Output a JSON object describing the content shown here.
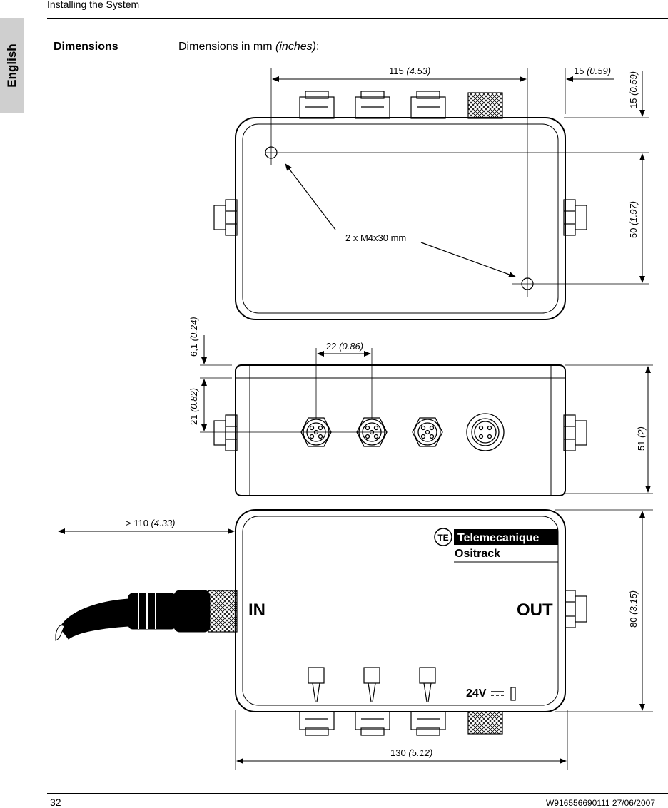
{
  "header": {
    "section": "Installing the System"
  },
  "tab": {
    "language": "English"
  },
  "section": {
    "title": "Dimensions",
    "description_prefix": "Dimensions in mm ",
    "description_units": "(inches)",
    "description_suffix": ":"
  },
  "top_view": {
    "width_value": "115 ",
    "width_inch": "(4.53)",
    "right_offset_value": "15 ",
    "right_offset_inch": "(0.59)",
    "top_offset_value": "15 ",
    "top_offset_inch": "(0.59)",
    "height_value": "50 ",
    "height_inch": "(1.97)",
    "screw_label": "2 x M4x30 mm"
  },
  "front_view": {
    "top_offset_value": "6,1 ",
    "top_offset_inch": "(0.24)",
    "connector_height_value": "21 ",
    "connector_height_inch": "(0.82)",
    "pitch_value": "22 ",
    "pitch_inch": "(0.86)",
    "height_value": "51 ",
    "height_inch": "(2)"
  },
  "bottom_view": {
    "cable_value": "> 110 ",
    "cable_inch": "(4.33)",
    "brand": "Telemecanique",
    "product": "Ositrack",
    "in_label": "IN",
    "out_label": "OUT",
    "voltage": "24V",
    "height_value": "80 ",
    "height_inch": "(3.15)",
    "width_value": "130 ",
    "width_inch": "(5.12)"
  },
  "footer": {
    "page_number": "32",
    "doc_ref": "W916556690111 27/06/2007"
  }
}
